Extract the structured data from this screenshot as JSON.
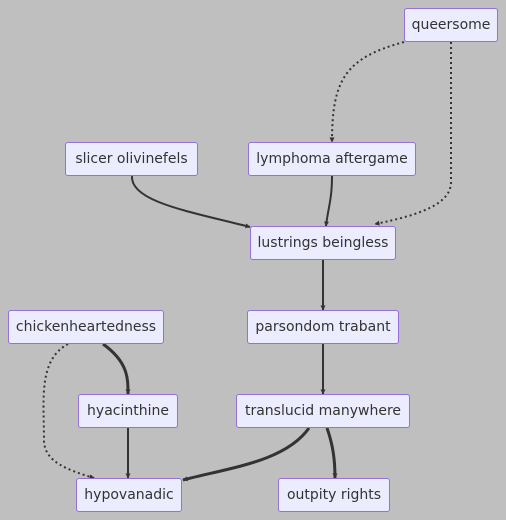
{
  "diagram": {
    "type": "flowchart",
    "colors": {
      "background": "#bfbfbf",
      "node_fill": "#ececff",
      "node_border": "#9370db",
      "text": "#333333",
      "edge": "#333333"
    },
    "nodes": [
      {
        "id": "queersome",
        "label": "queersome"
      },
      {
        "id": "slicer",
        "label": "slicer olivinefels"
      },
      {
        "id": "lymphoma",
        "label": "lymphoma aftergame"
      },
      {
        "id": "lustrings",
        "label": "lustrings beingless"
      },
      {
        "id": "chicken",
        "label": "chickenheartedness"
      },
      {
        "id": "parsondom",
        "label": "parsondom trabant"
      },
      {
        "id": "hyacinthine",
        "label": "hyacinthine"
      },
      {
        "id": "translucid",
        "label": "translucid manywhere"
      },
      {
        "id": "hypovanadic",
        "label": "hypovanadic"
      },
      {
        "id": "outpity",
        "label": "outpity rights"
      }
    ],
    "edges": [
      {
        "from": "queersome",
        "to": "lymphoma",
        "style": "dotted"
      },
      {
        "from": "queersome",
        "to": "lustrings",
        "style": "dotted"
      },
      {
        "from": "slicer",
        "to": "lustrings",
        "style": "solid"
      },
      {
        "from": "lymphoma",
        "to": "lustrings",
        "style": "solid"
      },
      {
        "from": "lustrings",
        "to": "parsondom",
        "style": "solid"
      },
      {
        "from": "parsondom",
        "to": "translucid",
        "style": "solid"
      },
      {
        "from": "chicken",
        "to": "hyacinthine",
        "style": "thick"
      },
      {
        "from": "chicken",
        "to": "hypovanadic",
        "style": "dotted"
      },
      {
        "from": "hyacinthine",
        "to": "hypovanadic",
        "style": "solid"
      },
      {
        "from": "translucid",
        "to": "hypovanadic",
        "style": "thick"
      },
      {
        "from": "translucid",
        "to": "outpity",
        "style": "thick"
      }
    ]
  }
}
